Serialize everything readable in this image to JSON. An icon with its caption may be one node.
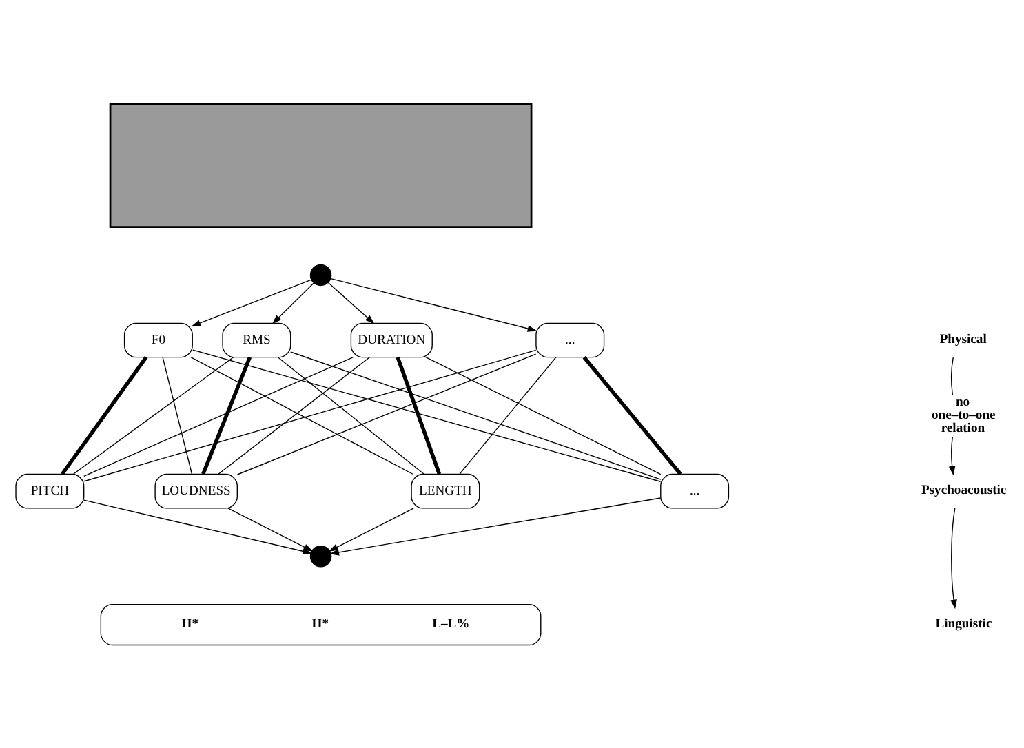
{
  "diagram": {
    "nodes": [
      {
        "text": [],
        "shape": "box"
      },
      {
        "text": [],
        "shape": "circle"
      },
      {
        "text": [
          "F0"
        ]
      },
      {
        "text": [
          "RMS"
        ]
      },
      {
        "text": [
          "DURATION"
        ]
      },
      {
        "text": [
          "..."
        ]
      },
      {
        "text": [
          "PITCH"
        ]
      },
      {
        "text": [
          "LOUDNESS"
        ]
      },
      {
        "text": [
          "LENGTH"
        ]
      },
      {
        "text": [
          "..."
        ]
      },
      {
        "text": [],
        "shape": "circle"
      },
      {
        "text": [
          "H*",
          "H*",
          "L–L%"
        ]
      },
      {
        "text": [
          "Physical"
        ]
      },
      {
        "text": [
          "no one–to–one relation"
        ]
      },
      {
        "text": [
          "Psychoacoustic"
        ]
      },
      {
        "text": [
          "Linguistic"
        ]
      }
    ],
    "edges": [
      {
        "from": 1,
        "to": 2,
        "arrow": "to"
      },
      {
        "from": 1,
        "to": 3,
        "arrow": "to"
      },
      {
        "from": 1,
        "to": 4,
        "arrow": "to"
      },
      {
        "from": 1,
        "to": 5,
        "arrow": "to"
      },
      {
        "from": 2,
        "to": 6,
        "arrow": "none",
        "style": "thick"
      },
      {
        "from": 2,
        "to": 7,
        "arrow": "none"
      },
      {
        "from": 2,
        "to": 8,
        "arrow": "none"
      },
      {
        "from": 2,
        "to": 9,
        "arrow": "none"
      },
      {
        "from": 3,
        "to": 6,
        "arrow": "none"
      },
      {
        "from": 3,
        "to": 7,
        "arrow": "none",
        "style": "thick"
      },
      {
        "from": 3,
        "to": 8,
        "arrow": "none"
      },
      {
        "from": 3,
        "to": 9,
        "arrow": "none"
      },
      {
        "from": 4,
        "to": 6,
        "arrow": "none"
      },
      {
        "from": 4,
        "to": 7,
        "arrow": "none"
      },
      {
        "from": 4,
        "to": 8,
        "arrow": "none",
        "style": "thick"
      },
      {
        "from": 4,
        "to": 9,
        "arrow": "none"
      },
      {
        "from": 5,
        "to": 6,
        "arrow": "none"
      },
      {
        "from": 5,
        "to": 7,
        "arrow": "none"
      },
      {
        "from": 5,
        "to": 8,
        "arrow": "none"
      },
      {
        "from": 5,
        "to": 9,
        "arrow": "none",
        "style": "thick"
      },
      {
        "from": 6,
        "to": 10,
        "arrow": "to"
      },
      {
        "from": 7,
        "to": 10,
        "arrow": "to"
      },
      {
        "from": 8,
        "to": 10,
        "arrow": "to"
      },
      {
        "from": 9,
        "to": 10,
        "arrow": "to"
      },
      {
        "from": 12,
        "to": 13,
        "arrow": "none"
      },
      {
        "from": 13,
        "to": 14,
        "arrow": "to"
      },
      {
        "from": 14,
        "to": 15,
        "arrow": "to"
      }
    ]
  }
}
